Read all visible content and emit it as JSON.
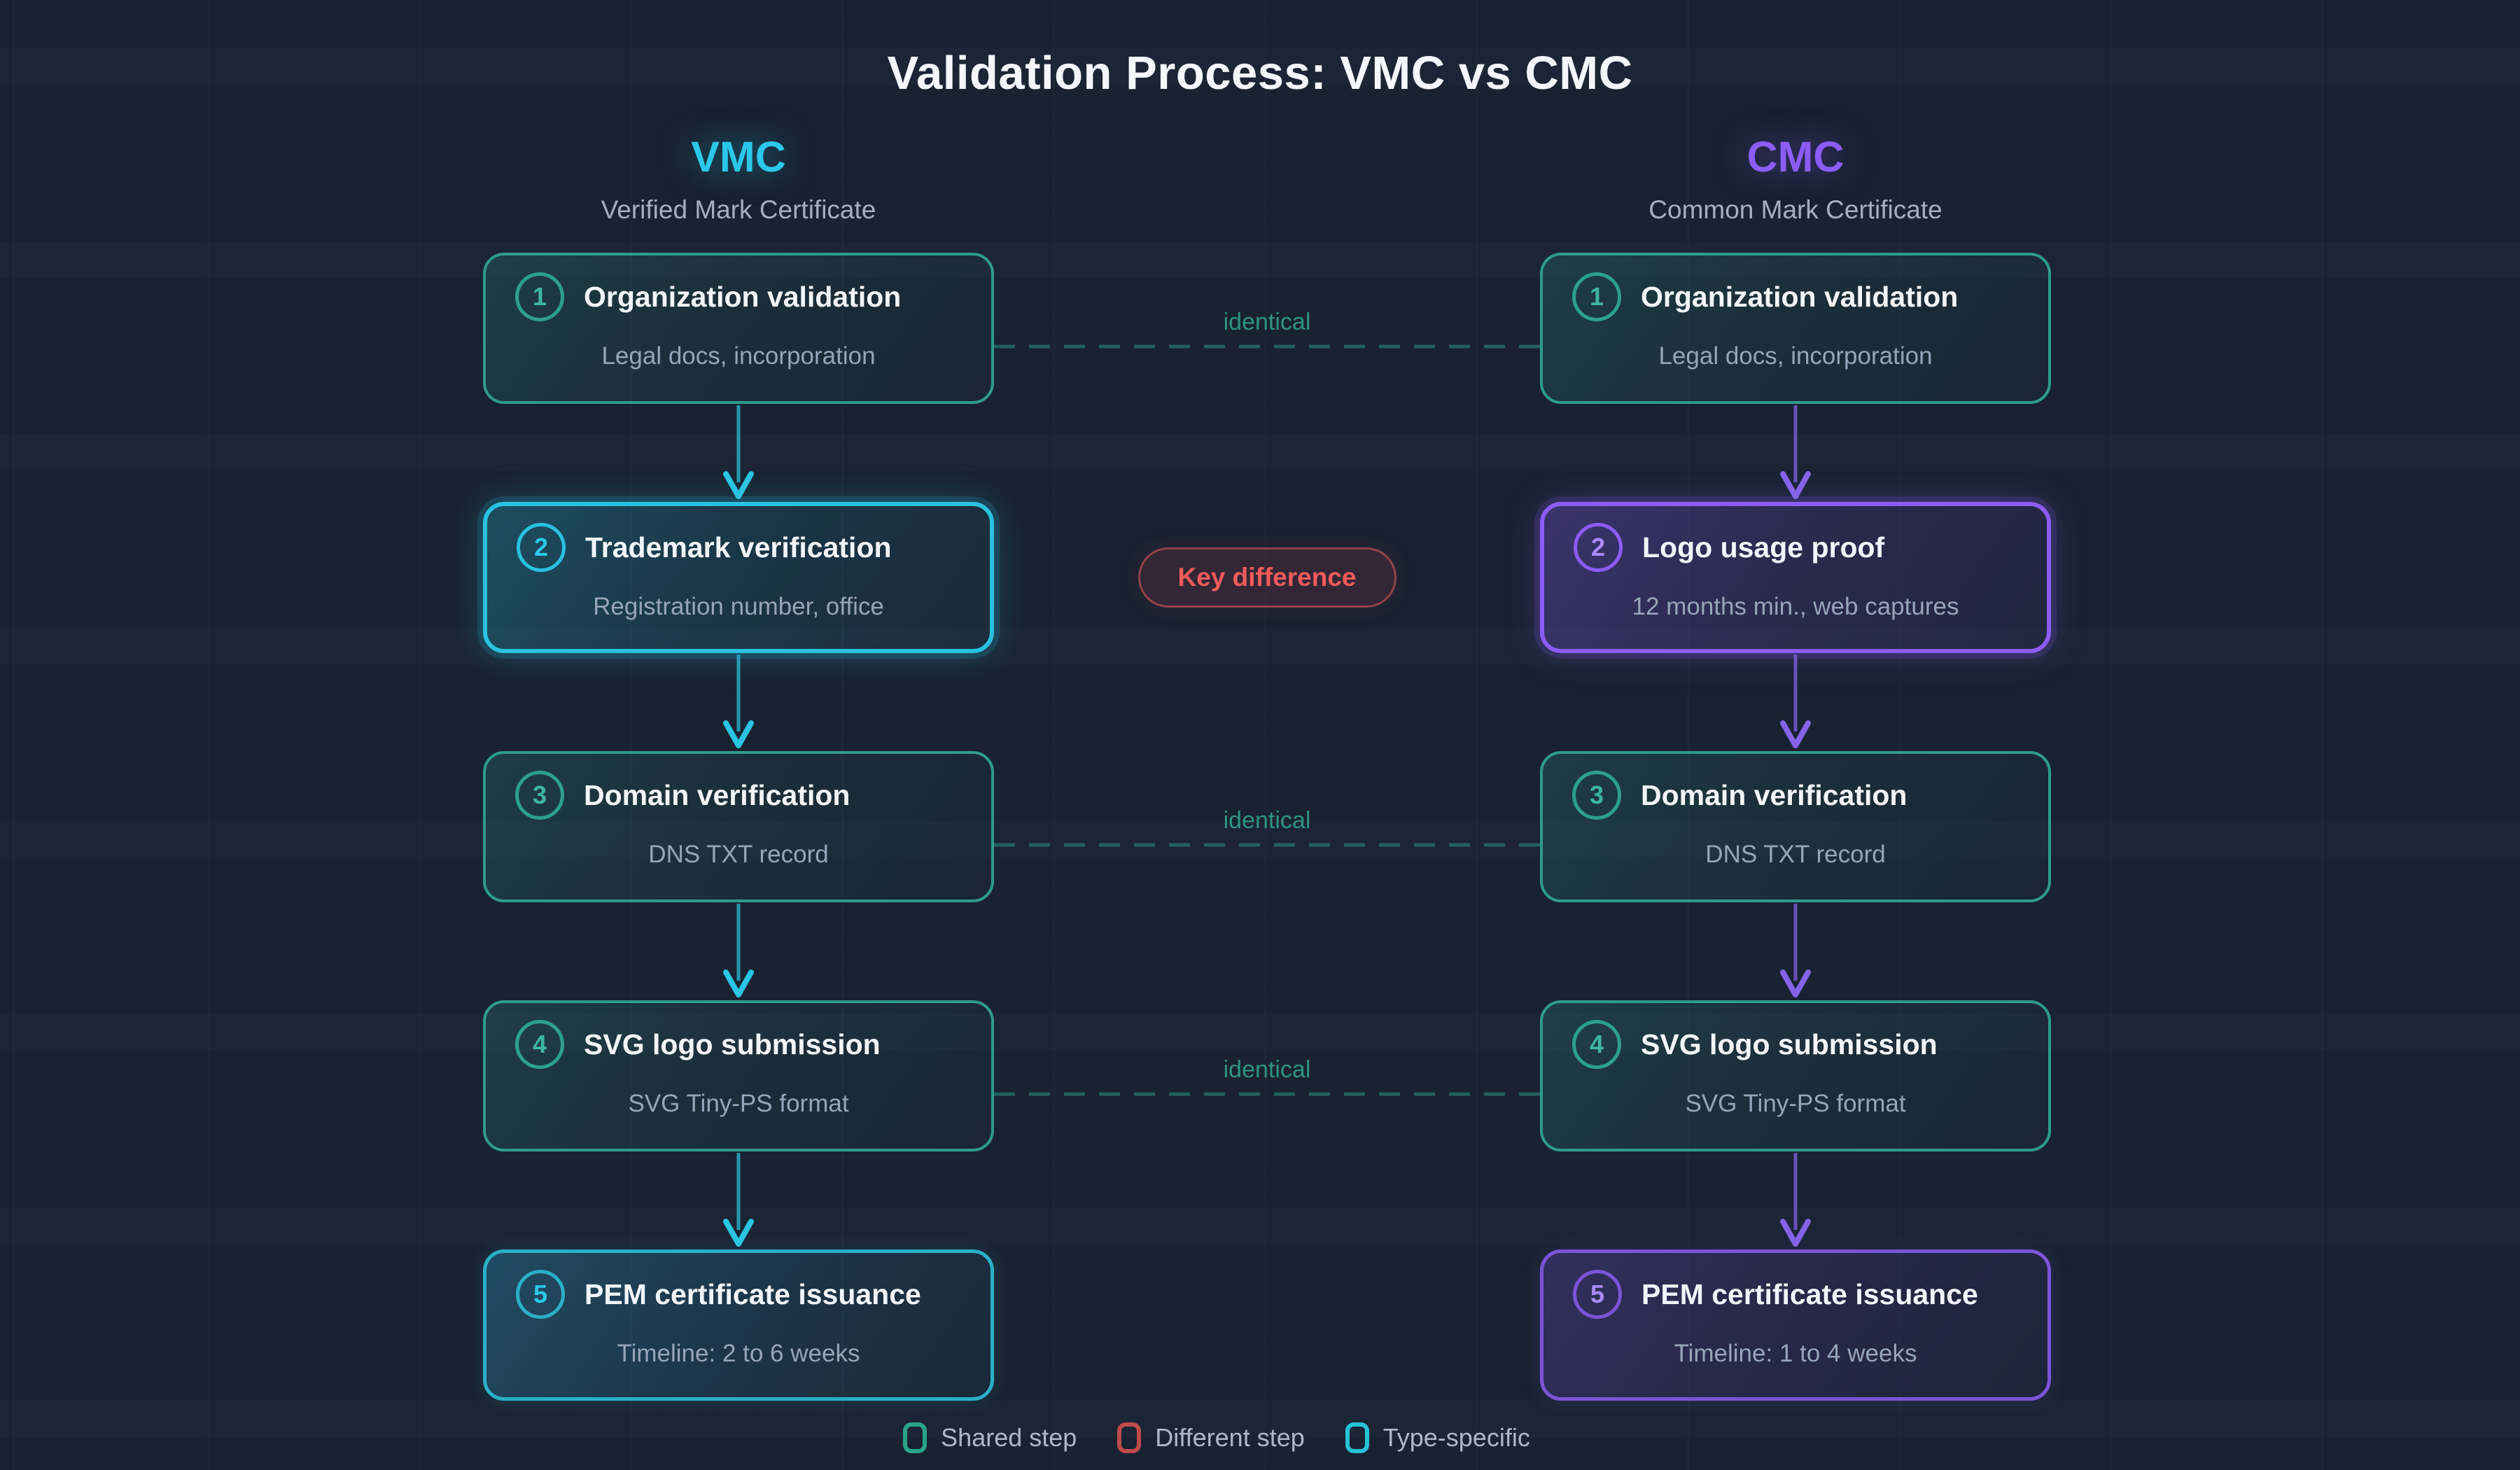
{
  "title": "Validation Process: VMC vs CMC",
  "columns": [
    {
      "abbr": "VMC",
      "subtitle": "Verified Mark Certificate",
      "accent_color": "#29c5e3",
      "steps": [
        {
          "num": "1",
          "title": "Organization validation",
          "subtitle": "Legal docs, incorporation",
          "variant": "shared"
        },
        {
          "num": "2",
          "title": "Trademark verification",
          "subtitle": "Registration number, office",
          "variant": "highlight"
        },
        {
          "num": "3",
          "title": "Domain verification",
          "subtitle": "DNS TXT record",
          "variant": "shared"
        },
        {
          "num": "4",
          "title": "SVG logo submission",
          "subtitle": "SVG Tiny-PS format",
          "variant": "shared"
        },
        {
          "num": "5",
          "title": "PEM certificate issuance",
          "subtitle": "Timeline: 2 to 6 weeks",
          "variant": "type-specific"
        }
      ]
    },
    {
      "abbr": "CMC",
      "subtitle": "Common Mark Certificate",
      "accent_color": "#8b5cf6",
      "steps": [
        {
          "num": "1",
          "title": "Organization validation",
          "subtitle": "Legal docs, incorporation",
          "variant": "shared"
        },
        {
          "num": "2",
          "title": "Logo usage proof",
          "subtitle": "12 months min., web captures",
          "variant": "highlight"
        },
        {
          "num": "3",
          "title": "Domain verification",
          "subtitle": "DNS TXT record",
          "variant": "shared"
        },
        {
          "num": "4",
          "title": "SVG logo submission",
          "subtitle": "SVG Tiny-PS format",
          "variant": "shared"
        },
        {
          "num": "5",
          "title": "PEM certificate issuance",
          "subtitle": "Timeline: 1 to 4 weeks",
          "variant": "type-specific"
        }
      ]
    }
  ],
  "connectors": {
    "identical_label": "identical",
    "identical_rows": [
      1,
      3,
      4
    ],
    "key_difference_label": "Key difference",
    "key_difference_row": 2
  },
  "legend": {
    "items": [
      {
        "label": "Shared step",
        "color": "#2aa489"
      },
      {
        "label": "Different step",
        "color": "#c04a4a"
      },
      {
        "label": "Type-specific",
        "color": "#25c2d8"
      }
    ]
  },
  "colors": {
    "background": "#192231",
    "shared_border": "#2e9c8b",
    "vmc_accent": "#29c5e3",
    "cmc_accent": "#8b5cf6",
    "identical_text": "#2f9480",
    "key_difference_text": "#f15b5b",
    "title_text": "#f3f6fa",
    "step_subtitle_text": "#97a6b8"
  }
}
